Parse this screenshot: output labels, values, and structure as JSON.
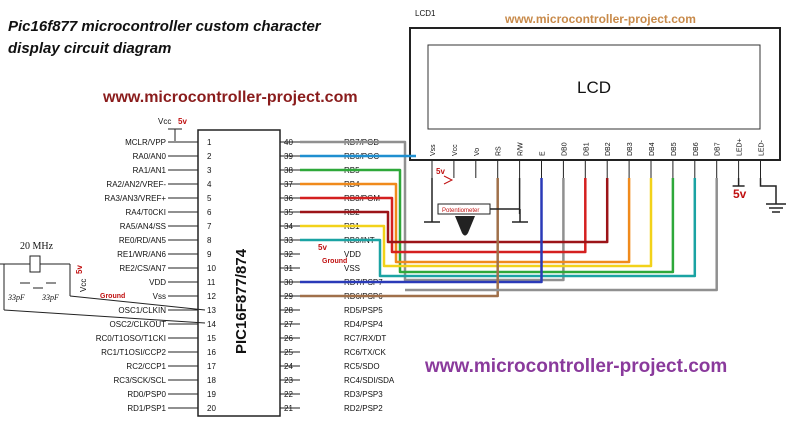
{
  "title": {
    "line1": "Pic16f877 microcontroller custom character",
    "line2": "display circuit diagram"
  },
  "watermarks": [
    "www.microcontroller-project.com",
    "www.microcontroller-project.com",
    "www.microcontroller-project.com"
  ],
  "lcd": {
    "ref": "LCD1",
    "label": "LCD",
    "pins": [
      "Vss",
      "Vcc",
      "Vo",
      "RS",
      "R/W",
      "E",
      "DB0",
      "DB1",
      "DB2",
      "DB3",
      "DB4",
      "DB5",
      "DB6",
      "DB7",
      "LED+",
      "LED-"
    ],
    "backlight_supply": "5v"
  },
  "mcu": {
    "part": "PIC16F877/874",
    "left_pins": [
      {
        "n": "1",
        "label": "MCLR/VPP"
      },
      {
        "n": "2",
        "label": "RA0/AN0"
      },
      {
        "n": "3",
        "label": "RA1/AN1"
      },
      {
        "n": "4",
        "label": "RA2/AN2/VREF-"
      },
      {
        "n": "5",
        "label": "RA3/AN3/VREF+"
      },
      {
        "n": "6",
        "label": "RA4/T0CKI"
      },
      {
        "n": "7",
        "label": "RA5/AN4/SS"
      },
      {
        "n": "8",
        "label": "RE0/RD/AN5"
      },
      {
        "n": "9",
        "label": "RE1/WR/AN6"
      },
      {
        "n": "10",
        "label": "RE2/CS/AN7"
      },
      {
        "n": "11",
        "label": "VDD"
      },
      {
        "n": "12",
        "label": "Vss"
      },
      {
        "n": "13",
        "label": "OSC1/CLKIN"
      },
      {
        "n": "14",
        "label": "OSC2/CLKOUT"
      },
      {
        "n": "15",
        "label": "RC0/T1OSO/T1CKI"
      },
      {
        "n": "16",
        "label": "RC1/T1OSI/CCP2"
      },
      {
        "n": "17",
        "label": "RC2/CCP1"
      },
      {
        "n": "18",
        "label": "RC3/SCK/SCL"
      },
      {
        "n": "19",
        "label": "RD0/PSP0"
      },
      {
        "n": "20",
        "label": "RD1/PSP1"
      }
    ],
    "right_pins": [
      {
        "n": "40",
        "label": "RB7/PGD"
      },
      {
        "n": "39",
        "label": "RB6/PGC"
      },
      {
        "n": "38",
        "label": "RB5"
      },
      {
        "n": "37",
        "label": "RB4"
      },
      {
        "n": "36",
        "label": "RB3/PGM"
      },
      {
        "n": "35",
        "label": "RB2"
      },
      {
        "n": "34",
        "label": "RB1"
      },
      {
        "n": "33",
        "label": "RB0/INT"
      },
      {
        "n": "32",
        "label": "VDD"
      },
      {
        "n": "31",
        "label": "VSS"
      },
      {
        "n": "30",
        "label": "RD7/PSP7"
      },
      {
        "n": "29",
        "label": "RD6/PSP6"
      },
      {
        "n": "28",
        "label": "RD5/PSP5"
      },
      {
        "n": "27",
        "label": "RD4/PSP4"
      },
      {
        "n": "26",
        "label": "RC7/RX/DT"
      },
      {
        "n": "25",
        "label": "RC6/TX/CK"
      },
      {
        "n": "24",
        "label": "RC5/SDO"
      },
      {
        "n": "23",
        "label": "RC4/SDI/SDA"
      },
      {
        "n": "22",
        "label": "RD3/PSP3"
      },
      {
        "n": "21",
        "label": "RD2/PSP2"
      }
    ]
  },
  "labels": {
    "vcc": "Vcc",
    "supply": "5v",
    "ground": "Ground",
    "pot": "Potentiometer",
    "crystal": "20 MHz",
    "cap": "33pF"
  },
  "wire_colors": {
    "blue": "#1f8fd0",
    "green": "#2ea83a",
    "orange": "#f08a1c",
    "red": "#d42020",
    "darkred": "#9c1418",
    "yellow": "#f2d21a",
    "teal": "#1aa3a3",
    "navy": "#2a3ab8",
    "brown": "#a0704a",
    "gray": "#909090"
  }
}
